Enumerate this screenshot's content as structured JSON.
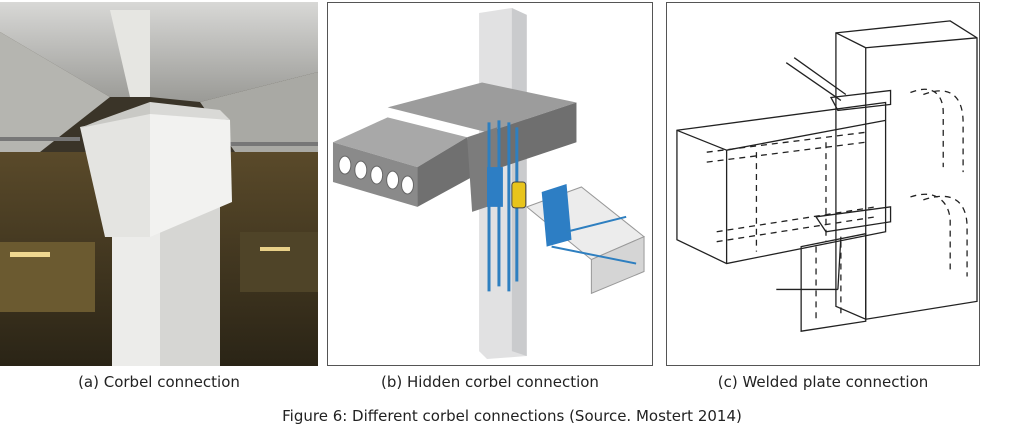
{
  "panels": [
    {
      "label": "(a) Corbel connection",
      "image": "corbel-connection-photo"
    },
    {
      "label": "(b) Hidden corbel connection",
      "image": "hidden-corbel-connection-render"
    },
    {
      "label": "(c) Welded plate connection",
      "image": "welded-plate-connection-drawing"
    }
  ],
  "figure_caption": "Figure 6: Different corbel connections (Source. Mostert 2014)"
}
